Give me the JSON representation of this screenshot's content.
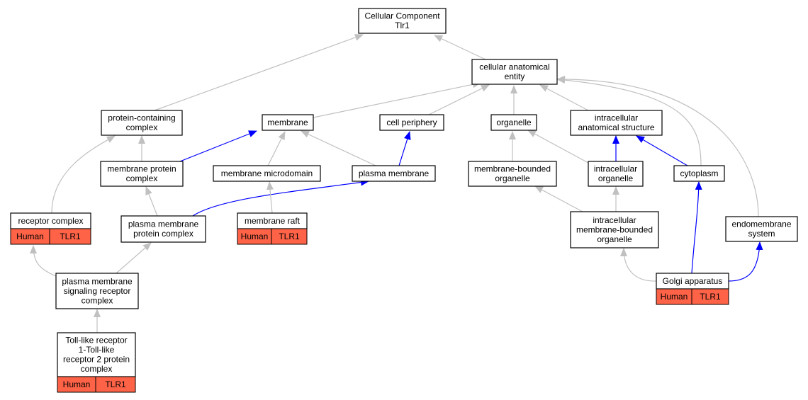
{
  "colors": {
    "is_a_edge": "#c0c0c0",
    "part_of_edge": "#0000ff",
    "annotation_fill": "#ff6347",
    "node_border": "#000000",
    "background": "#ffffff"
  },
  "nodes": [
    {
      "id": "root",
      "lines": [
        "Cellular Component",
        "Tlr1"
      ]
    },
    {
      "id": "cae",
      "lines": [
        "cellular anatomical",
        "entity"
      ]
    },
    {
      "id": "pcc",
      "lines": [
        "protein-containing",
        "complex"
      ]
    },
    {
      "id": "membrane",
      "lines": [
        "membrane"
      ]
    },
    {
      "id": "cellper",
      "lines": [
        "cell periphery"
      ]
    },
    {
      "id": "organelle",
      "lines": [
        "organelle"
      ]
    },
    {
      "id": "ias",
      "lines": [
        "intracellular",
        "anatomical structure"
      ]
    },
    {
      "id": "mpc",
      "lines": [
        "membrane protein",
        "complex"
      ]
    },
    {
      "id": "mmd",
      "lines": [
        "membrane microdomain"
      ]
    },
    {
      "id": "pm",
      "lines": [
        "plasma membrane"
      ]
    },
    {
      "id": "mbo",
      "lines": [
        "membrane-bounded",
        "organelle"
      ]
    },
    {
      "id": "io",
      "lines": [
        "intracellular",
        "organelle"
      ]
    },
    {
      "id": "cyto",
      "lines": [
        "cytoplasm"
      ]
    },
    {
      "id": "rc",
      "lines": [
        "receptor complex"
      ],
      "annotation": [
        "Human",
        "TLR1"
      ]
    },
    {
      "id": "pmpc",
      "lines": [
        "plasma membrane",
        "protein complex"
      ]
    },
    {
      "id": "mraft",
      "lines": [
        "membrane raft"
      ],
      "annotation": [
        "Human",
        "TLR1"
      ]
    },
    {
      "id": "imbo",
      "lines": [
        "intracellular",
        "membrane-bounded",
        "organelle"
      ]
    },
    {
      "id": "ems",
      "lines": [
        "endomembrane",
        "system"
      ]
    },
    {
      "id": "pmsrc",
      "lines": [
        "plasma membrane",
        "signaling receptor",
        "complex"
      ]
    },
    {
      "id": "golgi",
      "lines": [
        "Golgi apparatus"
      ],
      "annotation": [
        "Human",
        "TLR1"
      ]
    },
    {
      "id": "tlr",
      "lines": [
        "Toll-like receptor",
        "1-Toll-like",
        "receptor 2 protein",
        "complex"
      ],
      "annotation": [
        "Human",
        "TLR1"
      ]
    }
  ],
  "edges": [
    {
      "from": "cae",
      "to": "root",
      "type": "is_a"
    },
    {
      "from": "pcc",
      "to": "root",
      "type": "is_a"
    },
    {
      "from": "membrane",
      "to": "cae",
      "type": "is_a"
    },
    {
      "from": "cellper",
      "to": "cae",
      "type": "is_a"
    },
    {
      "from": "organelle",
      "to": "cae",
      "type": "is_a"
    },
    {
      "from": "ias",
      "to": "cae",
      "type": "is_a"
    },
    {
      "from": "cyto",
      "to": "cae",
      "type": "is_a"
    },
    {
      "from": "ems",
      "to": "cae",
      "type": "is_a"
    },
    {
      "from": "mpc",
      "to": "pcc",
      "type": "is_a"
    },
    {
      "from": "rc",
      "to": "pcc",
      "type": "is_a"
    },
    {
      "from": "mpc",
      "to": "membrane",
      "type": "part_of"
    },
    {
      "from": "mmd",
      "to": "membrane",
      "type": "is_a"
    },
    {
      "from": "pm",
      "to": "membrane",
      "type": "is_a"
    },
    {
      "from": "pm",
      "to": "cellper",
      "type": "part_of"
    },
    {
      "from": "mbo",
      "to": "organelle",
      "type": "is_a"
    },
    {
      "from": "io",
      "to": "organelle",
      "type": "is_a"
    },
    {
      "from": "io",
      "to": "ias",
      "type": "part_of"
    },
    {
      "from": "cyto",
      "to": "ias",
      "type": "part_of"
    },
    {
      "from": "pmpc",
      "to": "mpc",
      "type": "is_a"
    },
    {
      "from": "pmpc",
      "to": "pm",
      "type": "part_of"
    },
    {
      "from": "mraft",
      "to": "mmd",
      "type": "is_a"
    },
    {
      "from": "imbo",
      "to": "mbo",
      "type": "is_a"
    },
    {
      "from": "imbo",
      "to": "io",
      "type": "is_a"
    },
    {
      "from": "pmsrc",
      "to": "pmpc",
      "type": "is_a"
    },
    {
      "from": "pmsrc",
      "to": "rc",
      "type": "is_a"
    },
    {
      "from": "tlr",
      "to": "pmsrc",
      "type": "is_a"
    },
    {
      "from": "golgi",
      "to": "imbo",
      "type": "is_a"
    },
    {
      "from": "golgi",
      "to": "cyto",
      "type": "part_of"
    },
    {
      "from": "golgi",
      "to": "ems",
      "type": "part_of"
    }
  ]
}
